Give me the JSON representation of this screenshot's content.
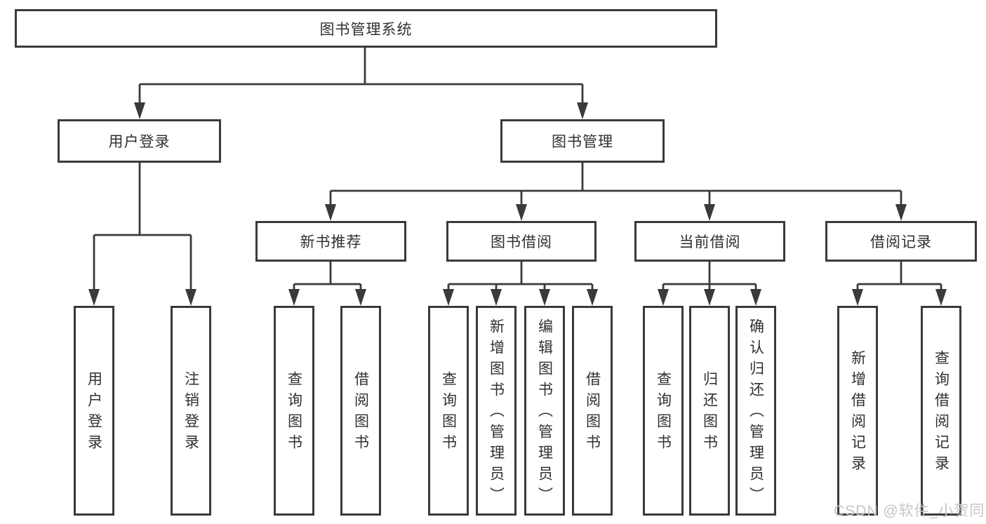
{
  "diagram": {
    "root": {
      "label": "图书管理系统"
    },
    "branches": [
      {
        "label": "用户登录",
        "leaves": [
          {
            "label": "用户登录"
          },
          {
            "label": "注销登录"
          }
        ]
      },
      {
        "label": "图书管理",
        "groups": [
          {
            "label": "新书推荐",
            "leaves": [
              {
                "label": "查询图书"
              },
              {
                "label": "借阅图书"
              }
            ]
          },
          {
            "label": "图书借阅",
            "leaves": [
              {
                "label": "查询图书"
              },
              {
                "label": "新增图书（管理员）"
              },
              {
                "label": "编辑图书（管理员）"
              },
              {
                "label": "借阅图书"
              }
            ]
          },
          {
            "label": "当前借阅",
            "leaves": [
              {
                "label": "查询图书"
              },
              {
                "label": "归还图书"
              },
              {
                "label": "确认归还（管理员）"
              }
            ]
          },
          {
            "label": "借阅记录",
            "leaves": [
              {
                "label": "新增借阅记录"
              },
              {
                "label": "查询借阅记录"
              }
            ]
          }
        ]
      }
    ]
  },
  "watermark": {
    "text": "CSDN @软件_小贺同学"
  },
  "colors": {
    "line": "#3a3a3a",
    "text": "#303030",
    "watermark": "#c6c6c6",
    "background": "#ffffff"
  }
}
